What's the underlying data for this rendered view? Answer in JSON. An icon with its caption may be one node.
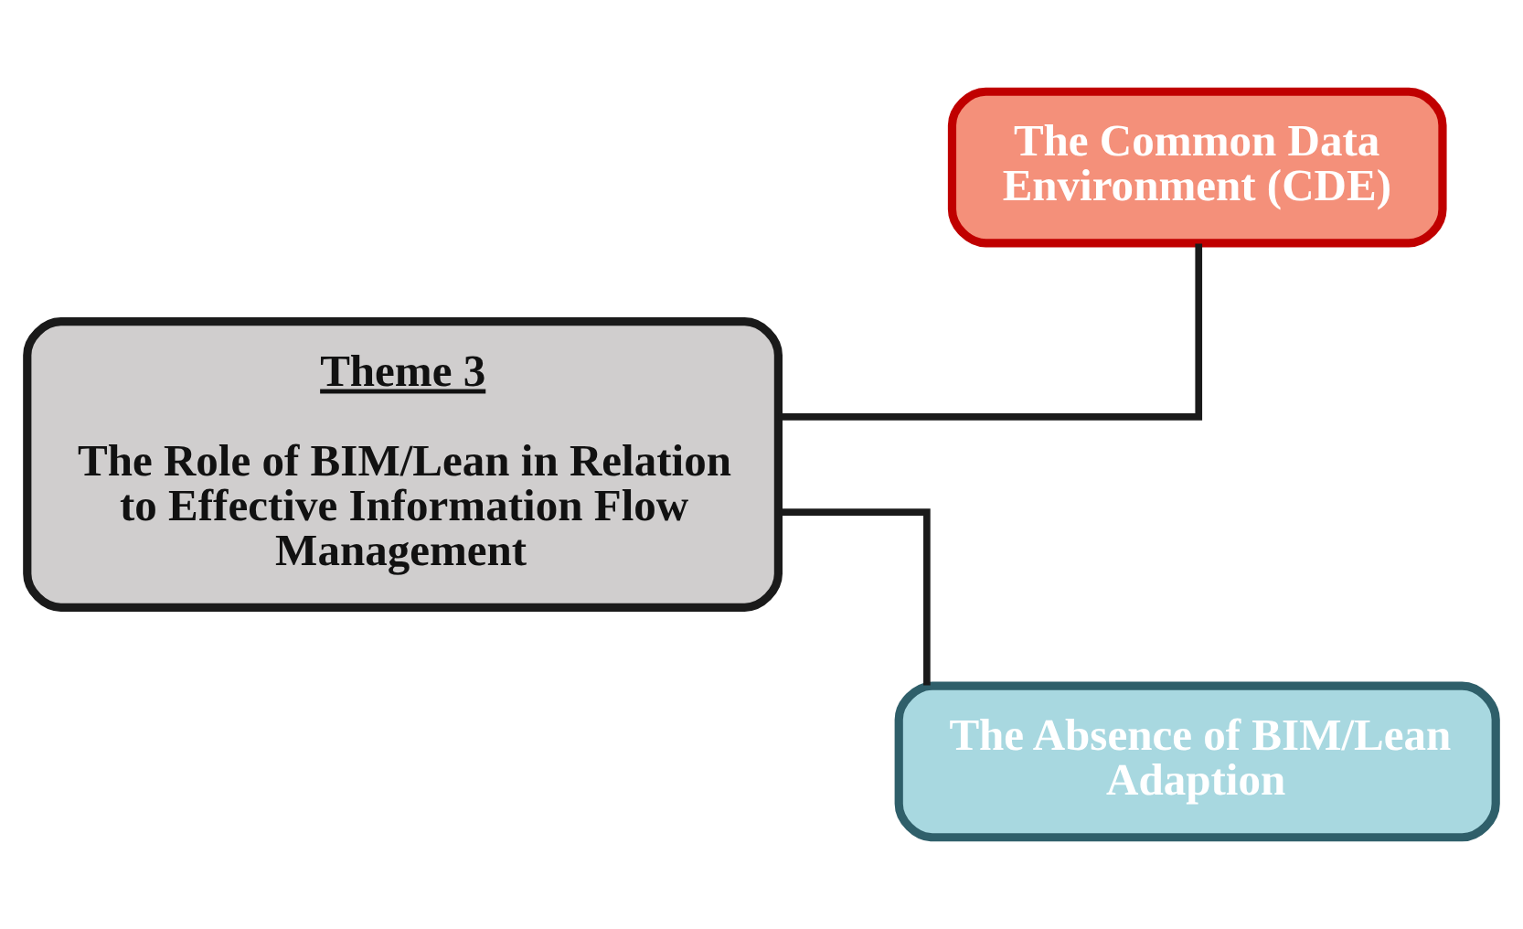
{
  "diagram": {
    "nodes": [
      {
        "text": [
          "Theme 3",
          "The Role of BIM/Lean in Relation to Effective Information Flow Management"
        ]
      },
      {
        "text": [
          "The Common Data Environment (CDE)"
        ]
      },
      {
        "text": [
          "The Absence of BIM/Lean Adaption"
        ]
      }
    ],
    "edges": [
      {
        "from": 0,
        "to": 1,
        "arrow": "none"
      },
      {
        "from": 0,
        "to": 2,
        "arrow": "none"
      }
    ]
  }
}
